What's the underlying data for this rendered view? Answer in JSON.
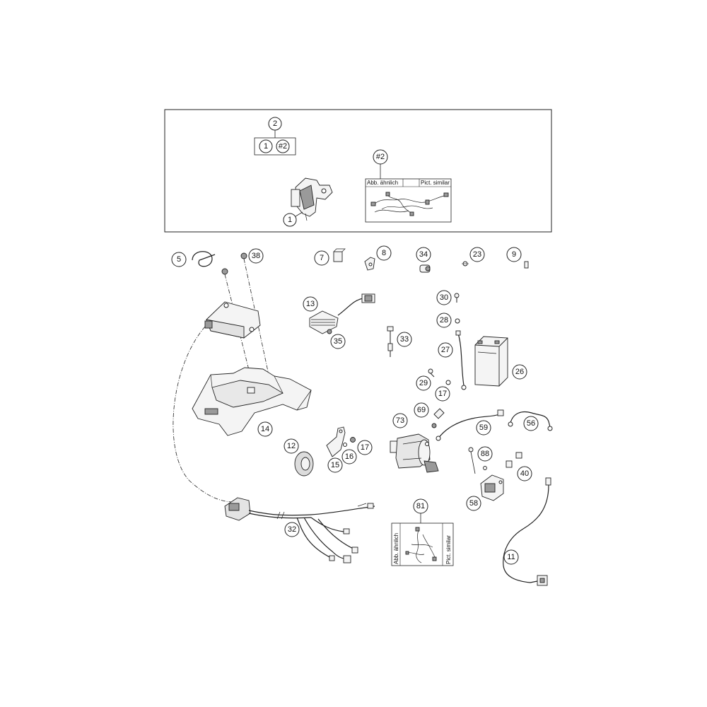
{
  "top_box": {
    "group_callout": "2",
    "group_items": [
      "1",
      "#2"
    ],
    "harness_callout": "#2",
    "sub_box_labels": {
      "left": "Abb. ähnlich",
      "right": "Pict. similar"
    },
    "bracket_callout": "1"
  },
  "callouts": {
    "c5": "5",
    "c38": "38",
    "c7": "7",
    "c8": "8",
    "c34": "34",
    "c23": "23",
    "c9": "9",
    "c13": "13",
    "c35": "35",
    "c33": "33",
    "c30": "30",
    "c28": "28",
    "c27": "27",
    "c26": "26",
    "c29": "29",
    "c17a": "17",
    "c14": "14",
    "c12": "12",
    "c15": "15",
    "c16": "16",
    "c17b": "17",
    "c69": "69",
    "c73": "73",
    "c59": "59",
    "c56": "56",
    "c88": "88",
    "c40": "40",
    "c58": "58",
    "c81": "81",
    "c32": "32",
    "c11": "11"
  },
  "bottom_box": {
    "labels": {
      "left": "Abb. ähnlich",
      "right": "Pict. similar"
    }
  }
}
